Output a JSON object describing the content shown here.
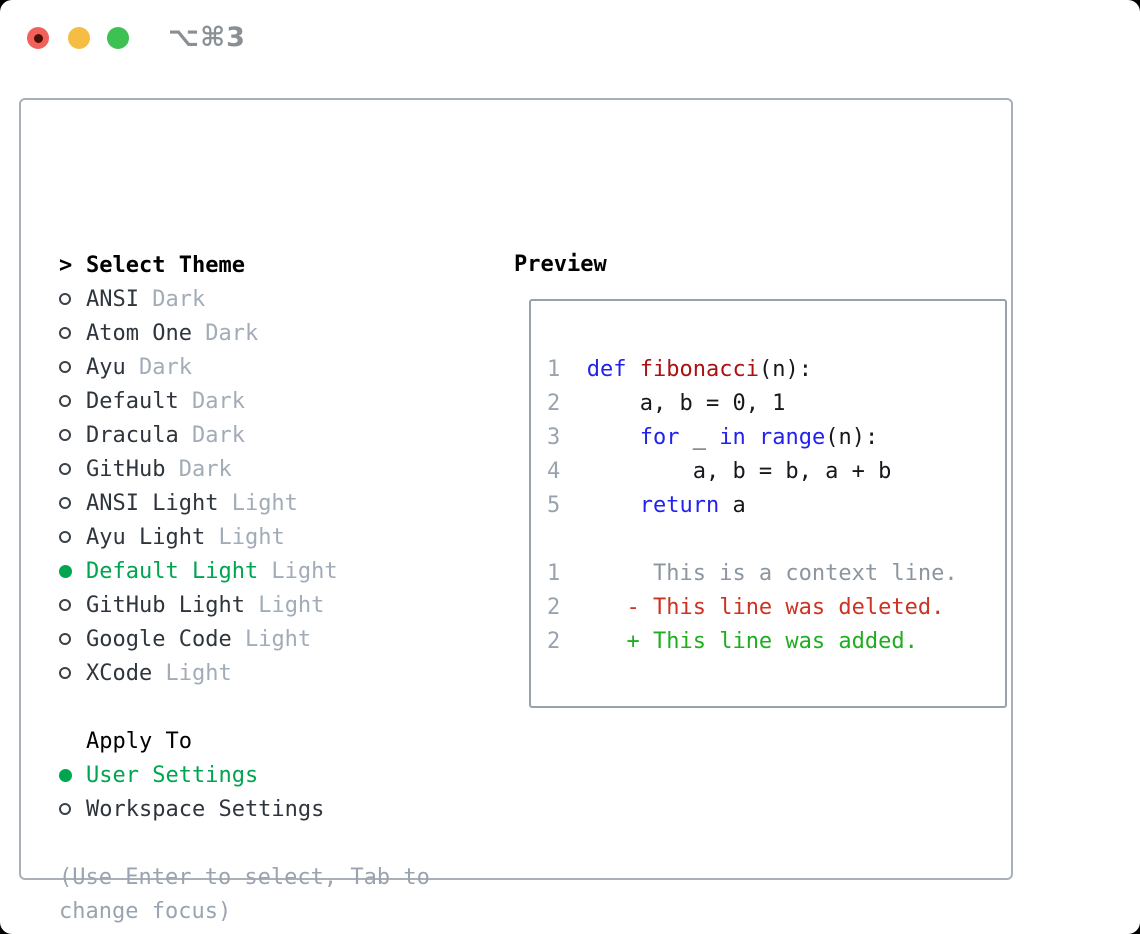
{
  "window": {
    "title": "⌥⌘3"
  },
  "traffic_lights": [
    {
      "name": "close",
      "color": "#f1605a",
      "has_dot": true
    },
    {
      "name": "minimize",
      "color": "#f6bd45",
      "has_dot": false
    },
    {
      "name": "zoom",
      "color": "#3dc153",
      "has_dot": false
    }
  ],
  "left_pane": {
    "cursor": ">",
    "header": "Select Theme",
    "themes": [
      {
        "name": "ANSI",
        "variant": "Dark",
        "selected": false
      },
      {
        "name": "Atom One",
        "variant": "Dark",
        "selected": false
      },
      {
        "name": "Ayu",
        "variant": "Dark",
        "selected": false
      },
      {
        "name": "Default",
        "variant": "Dark",
        "selected": false
      },
      {
        "name": "Dracula",
        "variant": "Dark",
        "selected": false
      },
      {
        "name": "GitHub",
        "variant": "Dark",
        "selected": false
      },
      {
        "name": "ANSI Light",
        "variant": "Light",
        "selected": false
      },
      {
        "name": "Ayu Light",
        "variant": "Light",
        "selected": false
      },
      {
        "name": "Default Light",
        "variant": "Light",
        "selected": true
      },
      {
        "name": "GitHub Light",
        "variant": "Light",
        "selected": false
      },
      {
        "name": "Google Code",
        "variant": "Light",
        "selected": false
      },
      {
        "name": "XCode",
        "variant": "Light",
        "selected": false
      }
    ],
    "apply_to": {
      "header": "Apply To",
      "options": [
        {
          "label": "User Settings",
          "selected": true
        },
        {
          "label": "Workspace Settings",
          "selected": false
        }
      ]
    },
    "help": [
      "(Use Enter to select, Tab to",
      "change focus)"
    ]
  },
  "preview": {
    "header": "Preview",
    "lines": [
      {
        "segs": [
          {
            "t": "1  ",
            "c": "num"
          },
          {
            "t": "def",
            "c": "kw"
          },
          {
            "t": " ",
            "c": "pln"
          },
          {
            "t": "fibonacci",
            "c": "fn"
          },
          {
            "t": "(n):",
            "c": "pln"
          }
        ]
      },
      {
        "segs": [
          {
            "t": "2  ",
            "c": "num"
          },
          {
            "t": "    a, b = 0, 1",
            "c": "pln"
          }
        ]
      },
      {
        "segs": [
          {
            "t": "3  ",
            "c": "num"
          },
          {
            "t": "    ",
            "c": "pln"
          },
          {
            "t": "for",
            "c": "kw"
          },
          {
            "t": " _ ",
            "c": "pln"
          },
          {
            "t": "in",
            "c": "kw"
          },
          {
            "t": " ",
            "c": "pln"
          },
          {
            "t": "range",
            "c": "kw"
          },
          {
            "t": "(n):",
            "c": "pln"
          }
        ]
      },
      {
        "segs": [
          {
            "t": "4  ",
            "c": "num"
          },
          {
            "t": "        a, b = b, a + b",
            "c": "pln"
          }
        ]
      },
      {
        "segs": [
          {
            "t": "5  ",
            "c": "num"
          },
          {
            "t": "    ",
            "c": "pln"
          },
          {
            "t": "return",
            "c": "kw"
          },
          {
            "t": " a",
            "c": "pln"
          }
        ]
      },
      {
        "segs": []
      },
      {
        "segs": [
          {
            "t": "1       ",
            "c": "num"
          },
          {
            "t": "This is a context line.",
            "c": "ctx"
          }
        ]
      },
      {
        "segs": [
          {
            "t": "2     ",
            "c": "num"
          },
          {
            "t": "- This line was deleted.",
            "c": "del"
          }
        ]
      },
      {
        "segs": [
          {
            "t": "2     ",
            "c": "num"
          },
          {
            "t": "+ This line was added.",
            "c": "add"
          }
        ]
      }
    ]
  },
  "colors": {
    "keyword": "#2222ee",
    "function": "#aa1111",
    "plain": "#16181c",
    "line_number": "#99a3af",
    "context": "#8c96a0",
    "deleted": "#cc3322",
    "added": "#1fae1f",
    "selected_green": "#00a550",
    "text_dark": "#2f353c",
    "muted": "#a2acb8",
    "help_text": "#9aa4b0",
    "header_text": "#000000",
    "radio_ring": "#3b424a",
    "panel_border": "#a9b0b8",
    "preview_border": "#9aa1a9",
    "title_text": "#8a8f94",
    "traffic_red": "#f1605a",
    "traffic_red_dot": "#4a0f06",
    "traffic_yellow": "#f6bd45",
    "traffic_green": "#3dc153"
  }
}
